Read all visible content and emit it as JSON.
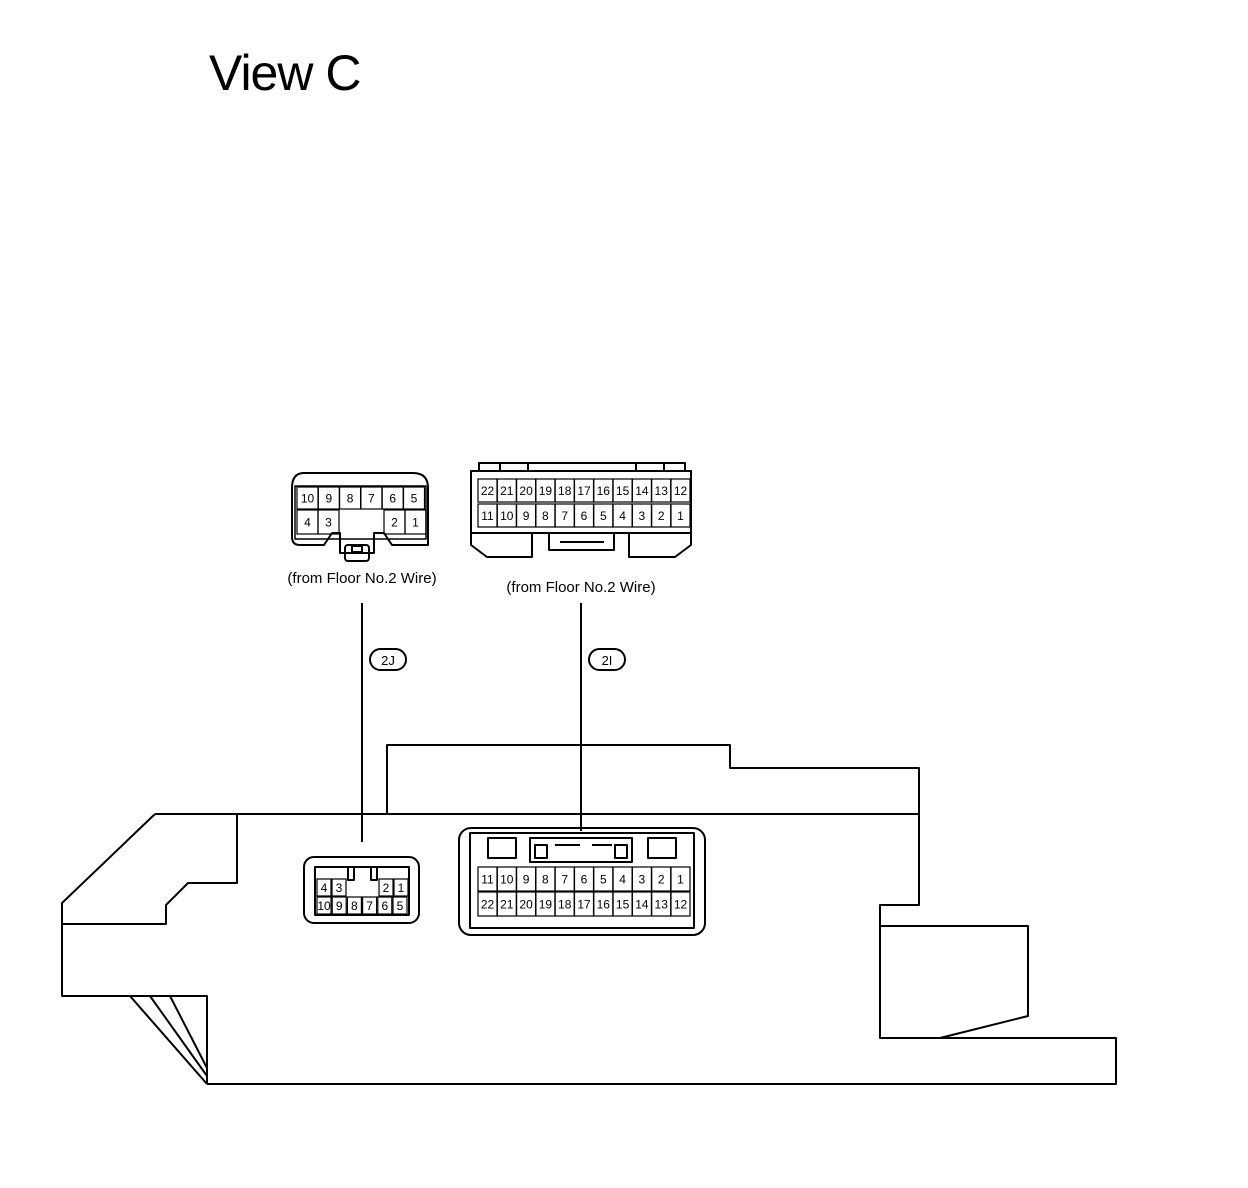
{
  "title": "View C",
  "connectors": [
    {
      "id": "2J",
      "caption": "(from Floor No.2 Wire)",
      "top_row": [
        "10",
        "9",
        "8",
        "7",
        "6",
        "5"
      ],
      "bottom_row": [
        "4",
        "3",
        "2",
        "1"
      ],
      "socket_top_row": [
        "4",
        "3",
        "2",
        "1"
      ],
      "socket_bottom_row": [
        "10",
        "9",
        "8",
        "7",
        "6",
        "5"
      ]
    },
    {
      "id": "2I",
      "caption": "(from Floor No.2 Wire)",
      "top_row": [
        "22",
        "21",
        "20",
        "19",
        "18",
        "17",
        "16",
        "15",
        "14",
        "13",
        "12"
      ],
      "bottom_row": [
        "11",
        "10",
        "9",
        "8",
        "7",
        "6",
        "5",
        "4",
        "3",
        "2",
        "1"
      ],
      "socket_top_row": [
        "11",
        "10",
        "9",
        "8",
        "7",
        "6",
        "5",
        "4",
        "3",
        "2",
        "1"
      ],
      "socket_bottom_row": [
        "22",
        "21",
        "20",
        "19",
        "18",
        "17",
        "16",
        "15",
        "14",
        "13",
        "12"
      ]
    }
  ]
}
